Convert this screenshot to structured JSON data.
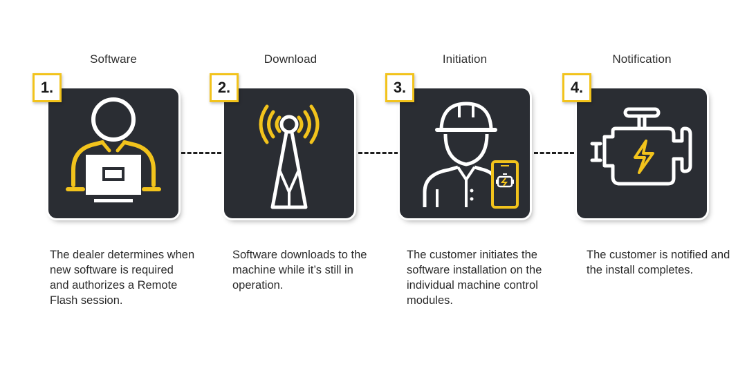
{
  "steps": [
    {
      "title": "Software",
      "number": "1.",
      "icon": "dealer-laptop-icon",
      "description": "The dealer determines when new software is required and authorizes a Remote Flash session."
    },
    {
      "title": "Download",
      "number": "2.",
      "icon": "signal-tower-icon",
      "description": "Software downloads to the machine while it’s still in operation."
    },
    {
      "title": "Initiation",
      "number": "3.",
      "icon": "worker-phone-icon",
      "description": "The customer initiates the software installation on the individual machine control modules."
    },
    {
      "title": "Notification",
      "number": "4.",
      "icon": "engine-bolt-icon",
      "description": "The customer is notified and the install completes."
    }
  ],
  "colors": {
    "accent": "#f2c31c",
    "tile": "#2a2d33",
    "line": "#ffffff"
  }
}
